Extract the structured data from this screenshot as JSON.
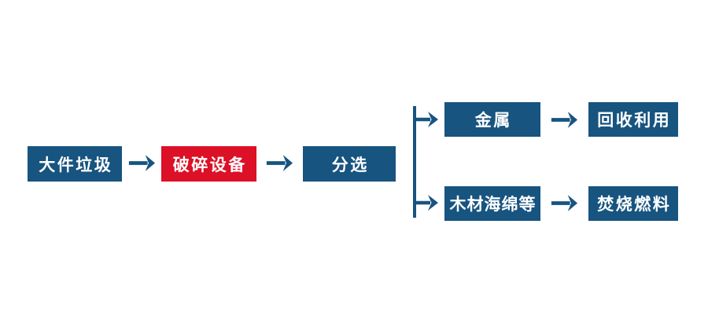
{
  "colors": {
    "primary_blue": "#175480",
    "highlight_red": "#DC1026",
    "text_white": "#FFFFFF",
    "background": "#FFFFFF"
  },
  "icons": {
    "right_arrow": "→",
    "branch_connector": "vertical line with two right arrows"
  },
  "nodes": {
    "bulky_waste": {
      "label": "大件垃圾"
    },
    "crushing_equipment": {
      "label": "破碎设备"
    },
    "sorting": {
      "label": "分选"
    },
    "metal": {
      "label": "金属"
    },
    "recycling": {
      "label": "回收利用"
    },
    "wood_sponge": {
      "label": "木材海绵等"
    },
    "incineration_fuel": {
      "label": "焚烧燃料"
    }
  }
}
